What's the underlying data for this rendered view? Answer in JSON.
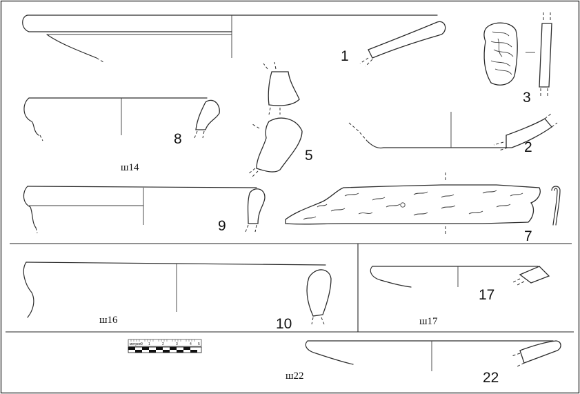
{
  "figure": {
    "numbers": {
      "n1": "1",
      "n2": "2",
      "n3": "3",
      "n5": "5",
      "n7": "7",
      "n8": "8",
      "n9": "9",
      "n10": "10",
      "n17": "17",
      "n22": "22"
    },
    "groups": {
      "g14": "ш14",
      "g16": "ш16",
      "g17": "ш17",
      "g22": "ш22"
    },
    "scale_bar": {
      "unit_label": "метрия",
      "ticks": [
        "0",
        "1",
        "2",
        "3",
        "4",
        "5"
      ]
    }
  }
}
